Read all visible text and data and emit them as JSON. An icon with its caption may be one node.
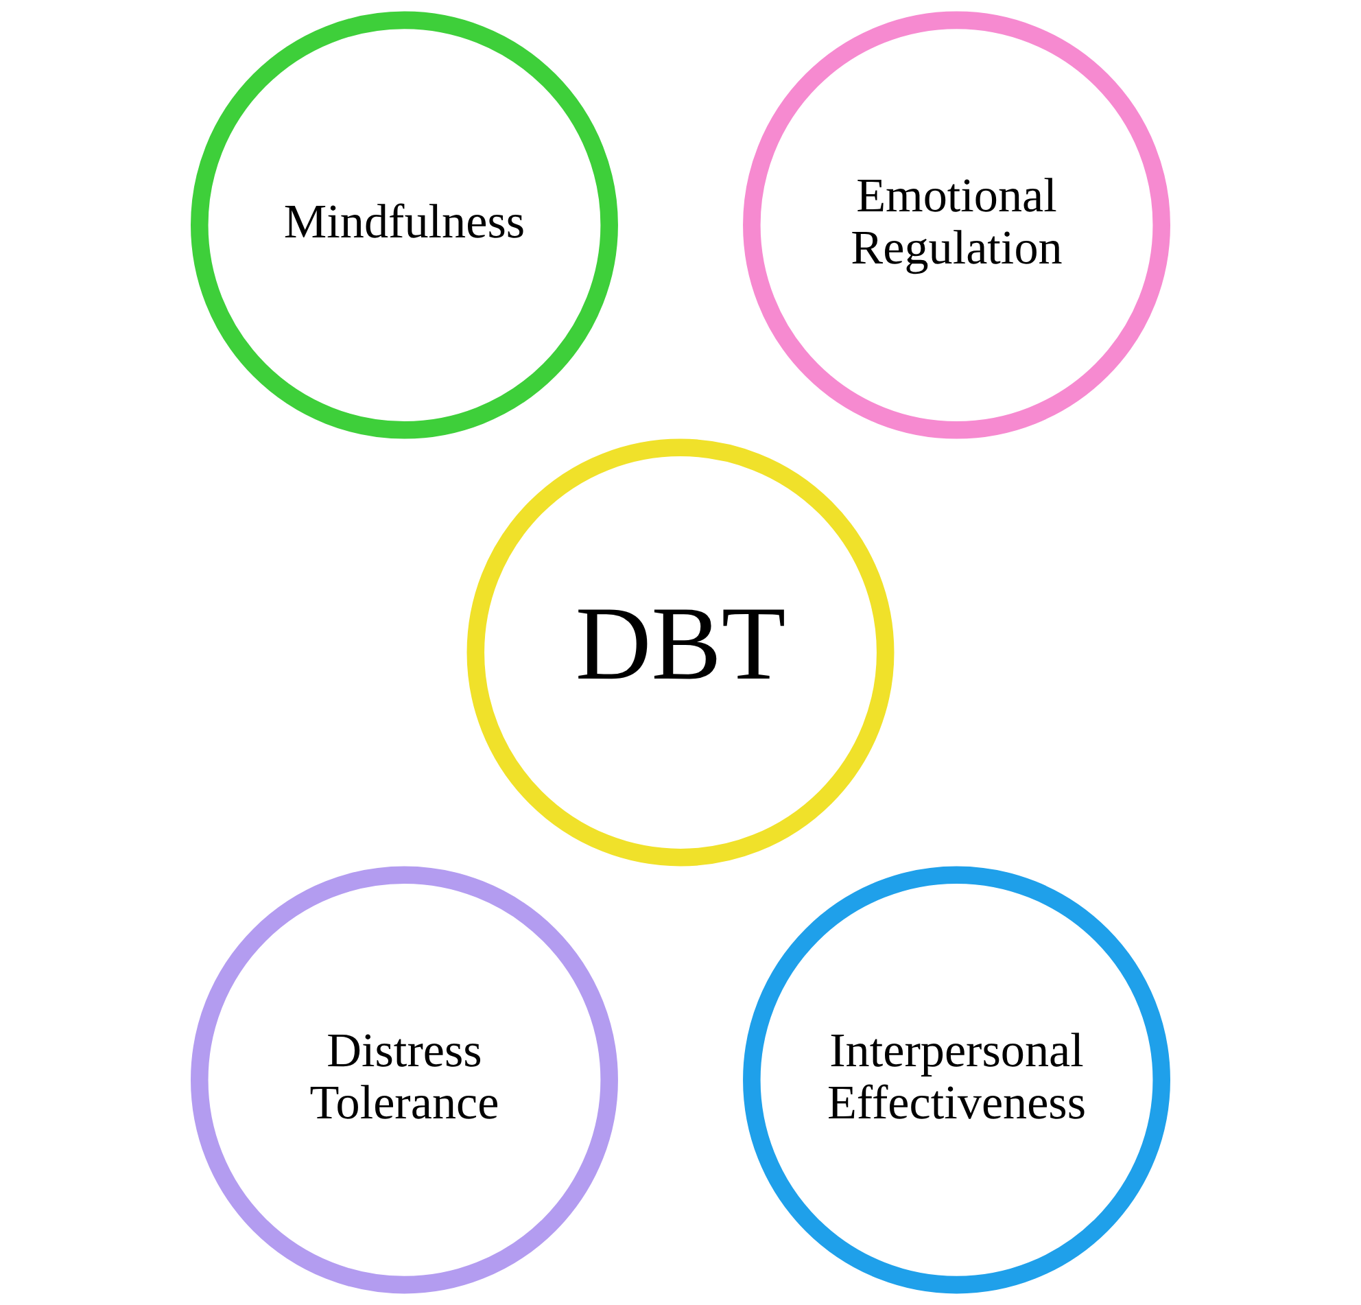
{
  "diagram": {
    "nodes": [
      {
        "text": [
          "Mindfulness"
        ]
      },
      {
        "text": [
          "Emotional Regulation"
        ]
      },
      {
        "text": [
          "DBT"
        ]
      },
      {
        "text": [
          "Distress Tolerance"
        ]
      },
      {
        "text": [
          "Interpersonal Effectiveness"
        ]
      }
    ],
    "edges": []
  }
}
